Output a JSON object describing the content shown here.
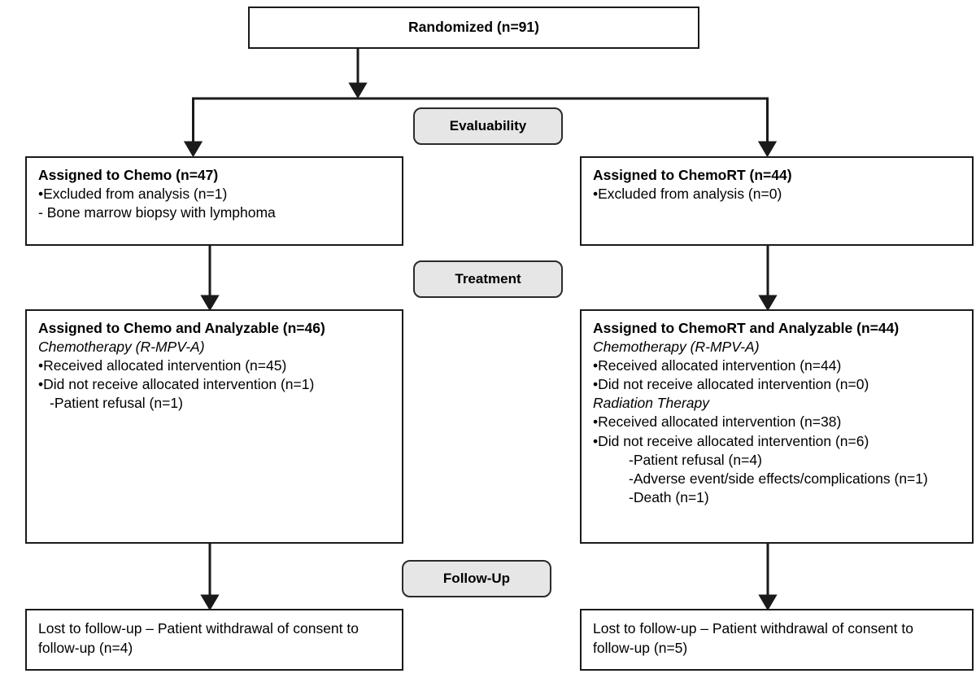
{
  "diagram": {
    "title": "CONSORT participant flow diagram",
    "colors": {
      "box_border": "#1a1a1a",
      "box_fill": "#ffffff",
      "stage_fill": "#e6e6e6",
      "stage_border": "#2b2b2b",
      "connector": "#1a1a1a"
    }
  },
  "top": {
    "label": "Randomized (n=91)"
  },
  "stages": [
    {
      "key": "evaluability",
      "label": "Evaluability"
    },
    {
      "key": "treatment",
      "label": "Treatment"
    },
    {
      "key": "followup",
      "label": "Follow-Up"
    }
  ],
  "arms": {
    "left": {
      "assigned": {
        "title": "Assigned to Chemo (n=47)",
        "bullet": "•Excluded from analysis (n=1)",
        "dash": "- Bone marrow biopsy with lymphoma"
      },
      "analyzable": {
        "title": "Assigned to Chemo and Analyzable (n=46)",
        "chemo_heading": "Chemotherapy (R-MPV-A)",
        "chemo_received": "•Received allocated intervention (n=45)",
        "chemo_not_received": "•Did not receive allocated intervention (n=1)",
        "chemo_reason_1": "-Patient refusal (n=1)"
      },
      "lost": {
        "line1": "Lost to follow-up – Patient withdrawal of consent to",
        "line2": "follow-up (n=4)"
      }
    },
    "right": {
      "assigned": {
        "title": "Assigned to ChemoRT (n=44)",
        "bullet": "•Excluded from analysis (n=0)"
      },
      "analyzable": {
        "title": "Assigned to ChemoRT and Analyzable (n=44)",
        "chemo_heading": "Chemotherapy (R-MPV-A)",
        "chemo_received": "•Received allocated intervention (n=44)",
        "chemo_not_received": "•Did not receive allocated intervention (n=0)",
        "rt_heading": "Radiation Therapy",
        "rt_received": "•Received allocated intervention (n=38)",
        "rt_not_received": "•Did not receive allocated intervention (n=6)",
        "rt_reason_1": "-Patient refusal (n=4)",
        "rt_reason_2": "-Adverse event/side effects/complications (n=1)",
        "rt_reason_3": "-Death (n=1)"
      },
      "lost": {
        "line1": "Lost to follow-up – Patient withdrawal of consent to",
        "line2": "follow-up (n=5)"
      }
    }
  },
  "chart_data": {
    "type": "flowchart",
    "title": "CONSORT flow diagram: Chemo vs ChemoRT",
    "nodes": [
      {
        "id": "randomized",
        "label": "Randomized",
        "n": 91,
        "stage": "enrollment"
      },
      {
        "id": "chemo_assigned",
        "label": "Assigned to Chemo",
        "n": 47,
        "stage": "evaluability",
        "arm": "Chemo",
        "excluded_from_analysis": 1,
        "exclusion_reasons": [
          {
            "reason": "Bone marrow biopsy with lymphoma",
            "n": 1
          }
        ]
      },
      {
        "id": "chemort_assigned",
        "label": "Assigned to ChemoRT",
        "n": 44,
        "stage": "evaluability",
        "arm": "ChemoRT",
        "excluded_from_analysis": 0,
        "exclusion_reasons": []
      },
      {
        "id": "chemo_analyzable",
        "label": "Assigned to Chemo and Analyzable",
        "n": 46,
        "stage": "treatment",
        "arm": "Chemo",
        "interventions": [
          {
            "name": "Chemotherapy (R-MPV-A)",
            "received": 45,
            "not_received": 1,
            "not_received_reasons": [
              {
                "reason": "Patient refusal",
                "n": 1
              }
            ]
          }
        ]
      },
      {
        "id": "chemort_analyzable",
        "label": "Assigned to ChemoRT and Analyzable",
        "n": 44,
        "stage": "treatment",
        "arm": "ChemoRT",
        "interventions": [
          {
            "name": "Chemotherapy (R-MPV-A)",
            "received": 44,
            "not_received": 0,
            "not_received_reasons": []
          },
          {
            "name": "Radiation Therapy",
            "received": 38,
            "not_received": 6,
            "not_received_reasons": [
              {
                "reason": "Patient refusal",
                "n": 4
              },
              {
                "reason": "Adverse event/side effects/complications",
                "n": 1
              },
              {
                "reason": "Death",
                "n": 1
              }
            ]
          }
        ]
      },
      {
        "id": "chemo_lost",
        "label": "Lost to follow-up – Patient withdrawal of consent to follow-up",
        "n": 4,
        "stage": "followup",
        "arm": "Chemo"
      },
      {
        "id": "chemort_lost",
        "label": "Lost to follow-up – Patient withdrawal of consent to follow-up",
        "n": 5,
        "stage": "followup",
        "arm": "ChemoRT"
      }
    ],
    "edges": [
      {
        "from": "randomized",
        "to": "chemo_assigned"
      },
      {
        "from": "randomized",
        "to": "chemort_assigned"
      },
      {
        "from": "chemo_assigned",
        "to": "chemo_analyzable"
      },
      {
        "from": "chemort_assigned",
        "to": "chemort_analyzable"
      },
      {
        "from": "chemo_analyzable",
        "to": "chemo_lost"
      },
      {
        "from": "chemort_analyzable",
        "to": "chemort_lost"
      }
    ],
    "stages": [
      "Evaluability",
      "Treatment",
      "Follow-Up"
    ]
  }
}
